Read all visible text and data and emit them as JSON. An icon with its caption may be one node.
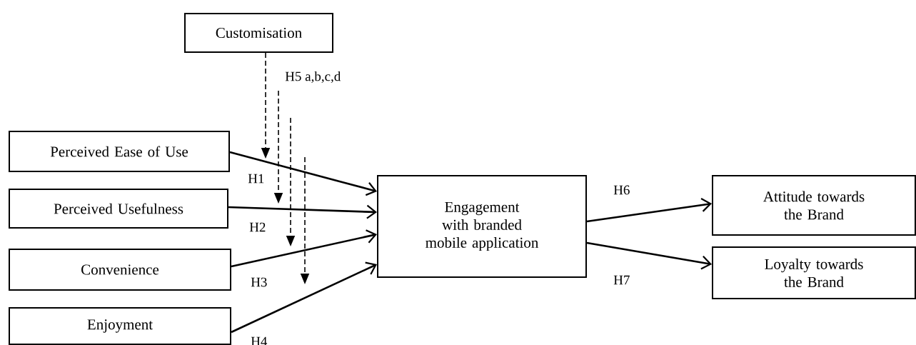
{
  "diagram": {
    "nodes": [
      {
        "text": [
          "Customisation"
        ]
      },
      {
        "text": [
          "Perceived Ease of Use"
        ]
      },
      {
        "text": [
          "Perceived Usefulness"
        ]
      },
      {
        "text": [
          "Convenience"
        ]
      },
      {
        "text": [
          "Enjoyment"
        ]
      },
      {
        "text": [
          "Engagement with branded mobile application"
        ]
      },
      {
        "text": [
          "Attitude towards the Brand"
        ]
      },
      {
        "text": [
          "Loyalty towards the Brand"
        ]
      }
    ],
    "edges": [
      {
        "from": 1,
        "to": 5,
        "arrow": "to",
        "label": "H1"
      },
      {
        "from": 2,
        "to": 5,
        "arrow": "to",
        "label": "H2"
      },
      {
        "from": 3,
        "to": 5,
        "arrow": "to",
        "label": "H3"
      },
      {
        "from": 4,
        "to": 5,
        "arrow": "to",
        "label": "H4"
      },
      {
        "from": 5,
        "to": 6,
        "arrow": "to",
        "label": "H6"
      },
      {
        "from": 5,
        "to": 7,
        "arrow": "to",
        "label": "H7"
      },
      {
        "from": 0,
        "to": null,
        "arrow": "to",
        "style": "dashed"
      }
    ],
    "labels": [
      "H5 a,b,c,d"
    ]
  }
}
